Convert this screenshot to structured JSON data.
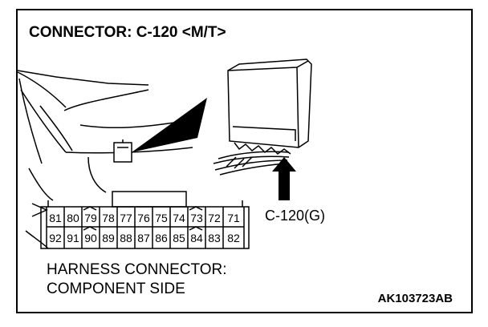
{
  "title": "CONNECTOR: C-120 <M/T>",
  "connector": {
    "top_row": [
      "81",
      "80",
      "79",
      "78",
      "77",
      "76",
      "75",
      "74",
      "73",
      "72",
      "71"
    ],
    "bottom_row": [
      "92",
      "91",
      "90",
      "89",
      "88",
      "87",
      "86",
      "85",
      "84",
      "83",
      "82"
    ]
  },
  "callout_label": "C-120(G)",
  "caption": {
    "line1": "HARNESS CONNECTOR:",
    "line2": "COMPONENT SIDE"
  },
  "figure_id": "AK103723AB",
  "colors": {
    "line": "#000000",
    "background": "#ffffff"
  }
}
